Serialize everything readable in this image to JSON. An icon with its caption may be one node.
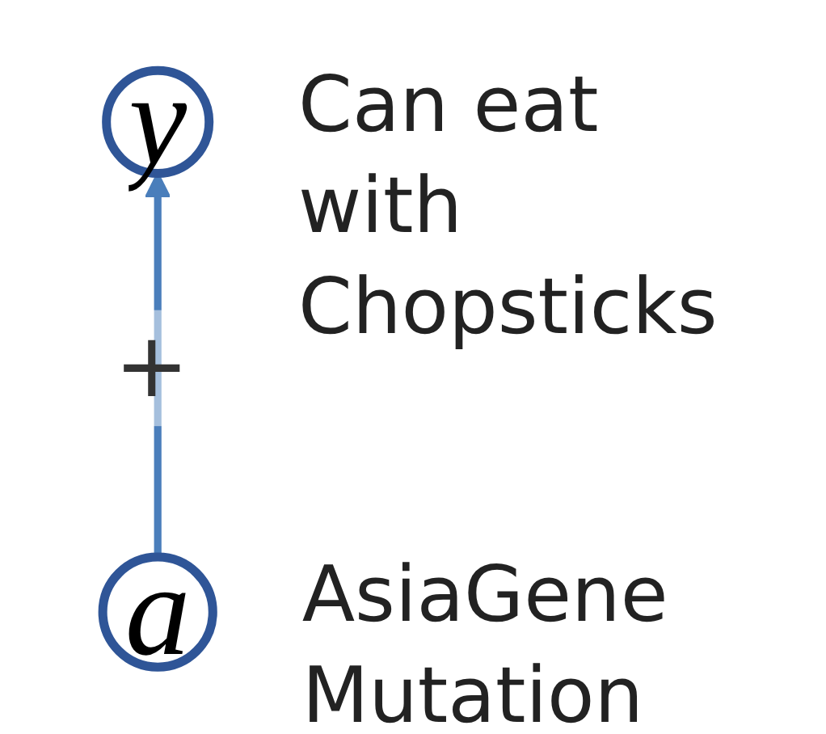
{
  "diagram": {
    "nodes": [
      {
        "text": [
          "y"
        ],
        "beside": [
          "Can eat with Chopsticks"
        ]
      },
      {
        "text": [
          "a"
        ],
        "beside": [
          "AsiaGene Mutation"
        ]
      }
    ],
    "edges": [
      {
        "from": 1,
        "to": 0,
        "arrow": "to",
        "label": "+"
      }
    ]
  }
}
